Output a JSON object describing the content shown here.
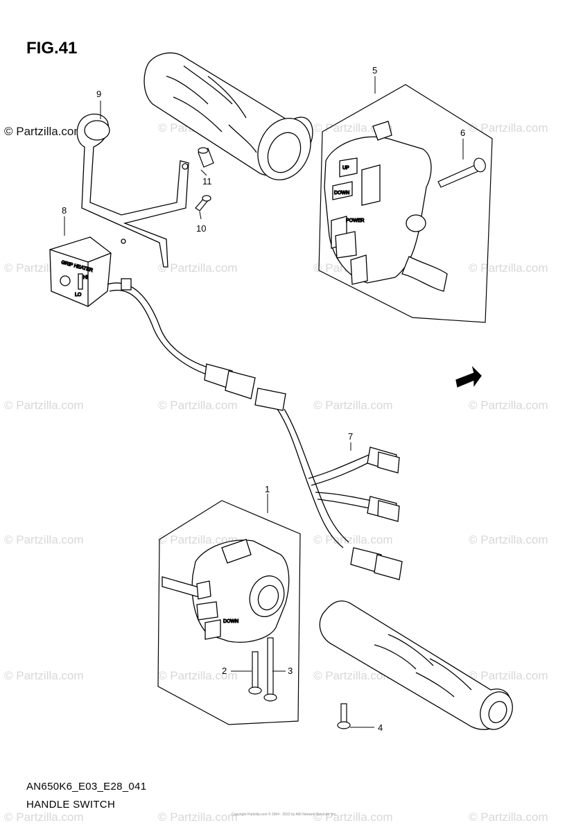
{
  "figure": {
    "title": "FIG.41",
    "code": "AN650K6_E03_E28_041",
    "name": "HANDLE SWITCH"
  },
  "watermark": "© Partzilla.com",
  "copyright_small": "Copyright\nPartzilla.com © 2004 - 2022 by ARI Network Services, Inc.",
  "forward_label": "FWD",
  "callouts": [
    {
      "id": "1",
      "label": "1"
    },
    {
      "id": "2",
      "label": "2"
    },
    {
      "id": "3",
      "label": "3"
    },
    {
      "id": "4",
      "label": "4"
    },
    {
      "id": "5",
      "label": "5"
    },
    {
      "id": "6",
      "label": "6"
    },
    {
      "id": "7",
      "label": "7"
    },
    {
      "id": "8",
      "label": "8"
    },
    {
      "id": "9",
      "label": "9"
    },
    {
      "id": "10",
      "label": "10"
    },
    {
      "id": "11",
      "label": "11"
    }
  ],
  "part_markings": {
    "grip_heater": "GRIP HEATER",
    "hi": "HI",
    "lo": "LO",
    "up": "UP",
    "down": "DOWN",
    "power": "POWER",
    "down_left": "DOWN"
  }
}
